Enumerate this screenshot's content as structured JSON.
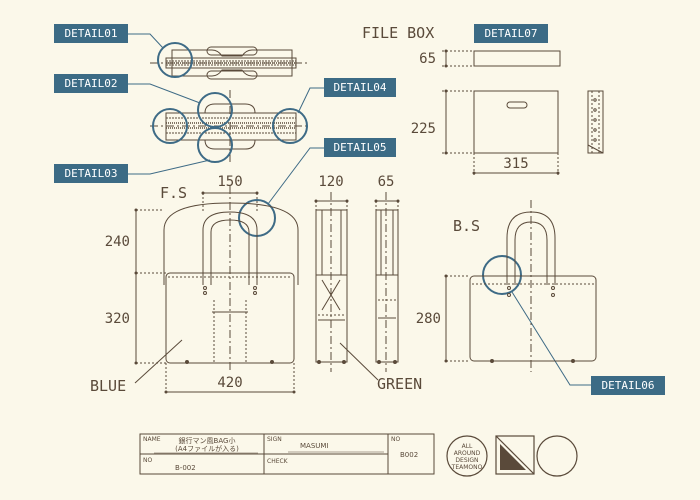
{
  "labels": {
    "file_box": "FILE BOX",
    "fs": "F.S",
    "bs": "B.S",
    "blue": "BLUE",
    "green": "GREEN"
  },
  "details": {
    "d01": "DETAIL01",
    "d02": "DETAIL02",
    "d03": "DETAIL03",
    "d04": "DETAIL04",
    "d05": "DETAIL05",
    "d06": "DETAIL06",
    "d07": "DETAIL07"
  },
  "dims": {
    "box_h_thin": "65",
    "box_h": "225",
    "box_w": "315",
    "front_w": "150",
    "front_handle_h": "240",
    "front_body_h": "320",
    "front_bottom_w": "420",
    "side_w1": "120",
    "side_w2": "65",
    "back_body_h": "280"
  },
  "title_block": {
    "name_label": "NAME",
    "name_line1": "銀行マン風BAG小",
    "name_line2": "(A4ファイルが入る)",
    "no_label": "NO",
    "no_value": "B-002",
    "sign_label": "SIGN",
    "sign_value": "MASUMI",
    "check_label": "CHECK",
    "no2_label": "NO",
    "no2_value": "B002"
  },
  "logo": {
    "line1": "ALL",
    "line2": "AROUND",
    "line3": "DESIGN",
    "line4": "TEAMONO"
  },
  "colors": {
    "ink": "#5a4a3a",
    "accent": "#3e6b86",
    "tag_bg": "#3c6b85",
    "background": "#fbf8ea"
  }
}
